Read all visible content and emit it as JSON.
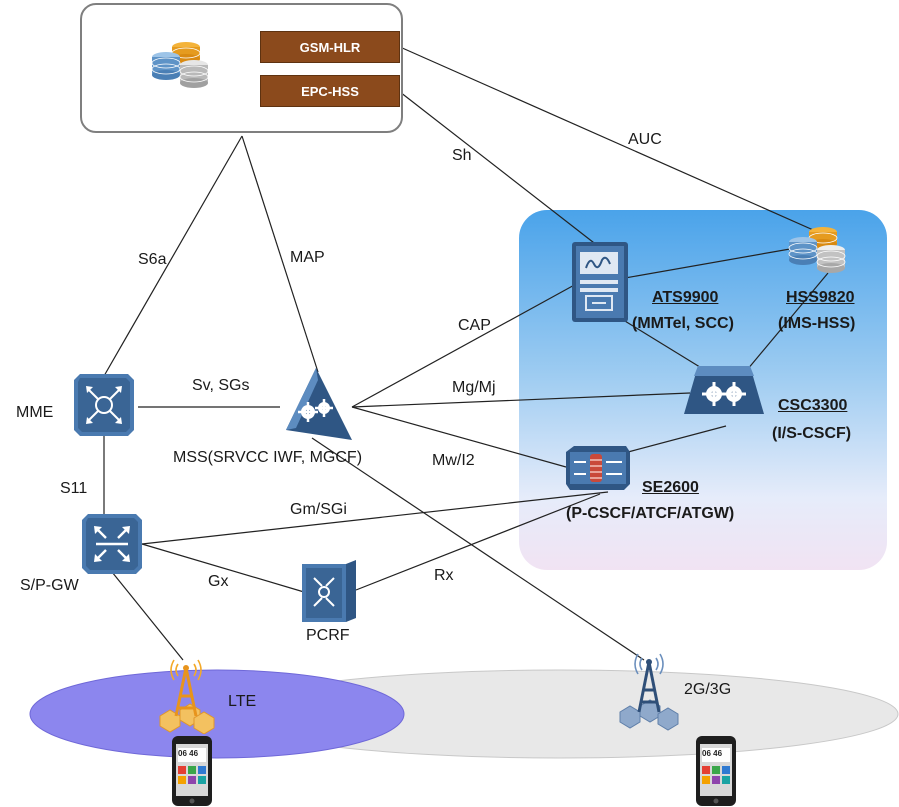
{
  "hlr_box": {
    "gsm_hlr_label": "GSM-HLR",
    "epc_hss_label": "EPC-HSS"
  },
  "interfaces": {
    "s6a": "S6a",
    "map": "MAP",
    "sh": "Sh",
    "auc": "AUC",
    "cap": "CAP",
    "sv_sgs": "Sv, SGs",
    "mg_mj": "Mg/Mj",
    "mw_i2": "Mw/I2",
    "s11": "S11",
    "gm_sgi": "Gm/SGi",
    "gx": "Gx",
    "rx": "Rx"
  },
  "nodes": {
    "mme": "MME",
    "mss": "MSS(SRVCC IWF, MGCF)",
    "sp_gw": "S/P-GW",
    "pcrf": "PCRF",
    "ats_name": "ATS9900",
    "ats_role": "(MMTel, SCC)",
    "hss_name": "HSS9820",
    "hss_role": "(IMS-HSS)",
    "csc_name": "CSC3300",
    "csc_role": "(I/S-CSCF)",
    "se_name": "SE2600",
    "se_role": "(P-CSCF/ATCF/ATGW)"
  },
  "access": {
    "lte": "LTE",
    "legacy": "2G/3G"
  },
  "phones": {
    "time_left": "06 46",
    "time_right": "06 46"
  },
  "colors": {
    "device_blue": "#3d6694",
    "device_dark": "#223c5c",
    "hlr_brown": "#8b4a1c",
    "lte_ellipse": "#8c86ee",
    "gray_ellipse": "#e6e6e6",
    "cell_gold": "#f3a928"
  }
}
